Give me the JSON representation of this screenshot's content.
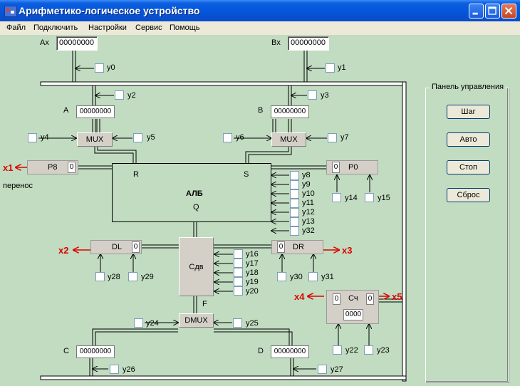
{
  "window": {
    "title": "Арифметико-логическое устройство"
  },
  "menu": [
    "Файл",
    "Подключить",
    "Настройки",
    "Сервис",
    "Помощь"
  ],
  "inputs": {
    "ax": {
      "label": "Ax",
      "value": "00000000"
    },
    "bx": {
      "label": "Bx",
      "value": "00000000"
    }
  },
  "registers": {
    "a": {
      "label": "A",
      "value": "00000000"
    },
    "b": {
      "label": "B",
      "value": "00000000"
    },
    "c": {
      "label": "C",
      "value": "00000000"
    },
    "d": {
      "label": "D",
      "value": "00000000"
    }
  },
  "blocks": {
    "mux_left": "MUX",
    "mux_right": "MUX",
    "p8": {
      "label": "P8",
      "value": "0"
    },
    "p0": {
      "label": "P0",
      "value": "0"
    },
    "alu": {
      "title": "АЛБ",
      "r": "R",
      "s": "S",
      "q": "Q"
    },
    "dl": {
      "label": "DL",
      "value": "0"
    },
    "dr": {
      "label": "DR",
      "value": "0"
    },
    "shifter": "Сдв",
    "f": "F",
    "dmux": "DMUX",
    "counter": {
      "label": "Сч",
      "left": "0",
      "right": "0",
      "value": "0000"
    },
    "carry": "перенос"
  },
  "signals": {
    "y0": "y0",
    "y1": "y1",
    "y2": "y2",
    "y3": "y3",
    "y4": "y4",
    "y5": "y5",
    "y6": "y6",
    "y7": "y7",
    "y8": "y8",
    "y9": "y9",
    "y10": "y10",
    "y11": "y11",
    "y12": "y12",
    "y13": "y13",
    "y32": "y32",
    "y14": "y14",
    "y15": "y15",
    "y16": "y16",
    "y17": "y17",
    "y18": "y18",
    "y19": "y19",
    "y20": "y20",
    "y22": "y22",
    "y23": "y23",
    "y24": "y24",
    "y25": "y25",
    "y26": "y26",
    "y27": "y27",
    "y28": "y28",
    "y29": "y29",
    "y30": "y30",
    "y31": "y31"
  },
  "outputs": {
    "x1": "x1",
    "x2": "x2",
    "x3": "x3",
    "x4": "x4",
    "x5": "x5"
  },
  "control_panel": {
    "title": "Панель управления",
    "step": "Шаг",
    "auto": "Авто",
    "stop": "Стоп",
    "reset": "Сброс"
  },
  "colors": {
    "background": "#c1dcc1",
    "output_red": "#e00000"
  }
}
